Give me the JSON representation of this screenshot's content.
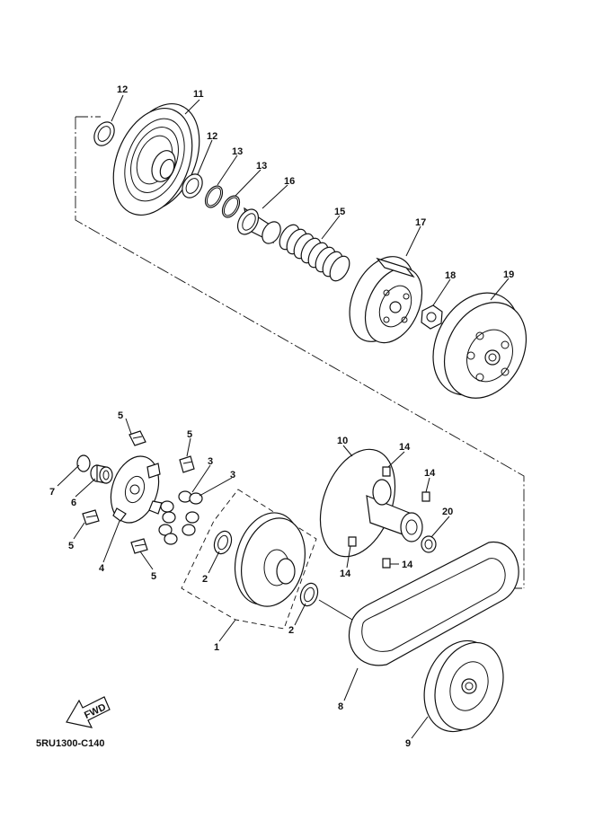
{
  "diagram_code": "5RU1300-C140",
  "fwd_label": "FWD",
  "callouts": {
    "c1": "1",
    "c2a": "2",
    "c2b": "2",
    "c3a": "3",
    "c3b": "3",
    "c4": "4",
    "c5a": "5",
    "c5b": "5",
    "c5c": "5",
    "c5d": "5",
    "c6": "6",
    "c7": "7",
    "c8": "8",
    "c9": "9",
    "c10": "10",
    "c11": "11",
    "c12a": "12",
    "c12b": "12",
    "c13a": "13",
    "c13b": "13",
    "c14a": "14",
    "c14b": "14",
    "c14c": "14",
    "c14d": "14",
    "c15": "15",
    "c16": "16",
    "c17": "17",
    "c18": "18",
    "c19": "19",
    "c20": "20"
  }
}
